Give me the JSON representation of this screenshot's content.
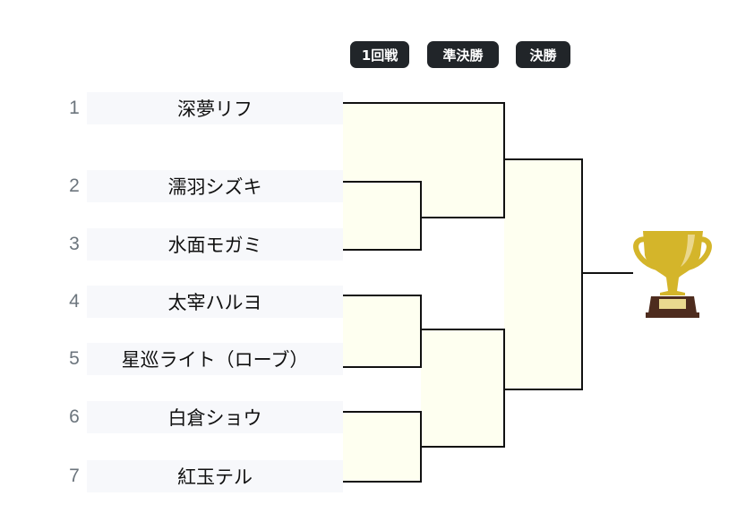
{
  "rounds": [
    "1回戦",
    "準決勝",
    "決勝"
  ],
  "entries": [
    {
      "seed": "1",
      "name": "深夢リフ"
    },
    {
      "seed": "2",
      "name": "濡羽シズキ"
    },
    {
      "seed": "3",
      "name": "水面モガミ"
    },
    {
      "seed": "4",
      "name": "太宰ハルヨ"
    },
    {
      "seed": "5",
      "name": "星巡ライト（ローブ）"
    },
    {
      "seed": "6",
      "name": "白倉ショウ"
    },
    {
      "seed": "7",
      "name": "紅玉テル"
    }
  ],
  "colors": {
    "badge": "#212529",
    "fill": "#fefff0",
    "trophy": "#d4b52a",
    "base": "#4e2c1e"
  }
}
